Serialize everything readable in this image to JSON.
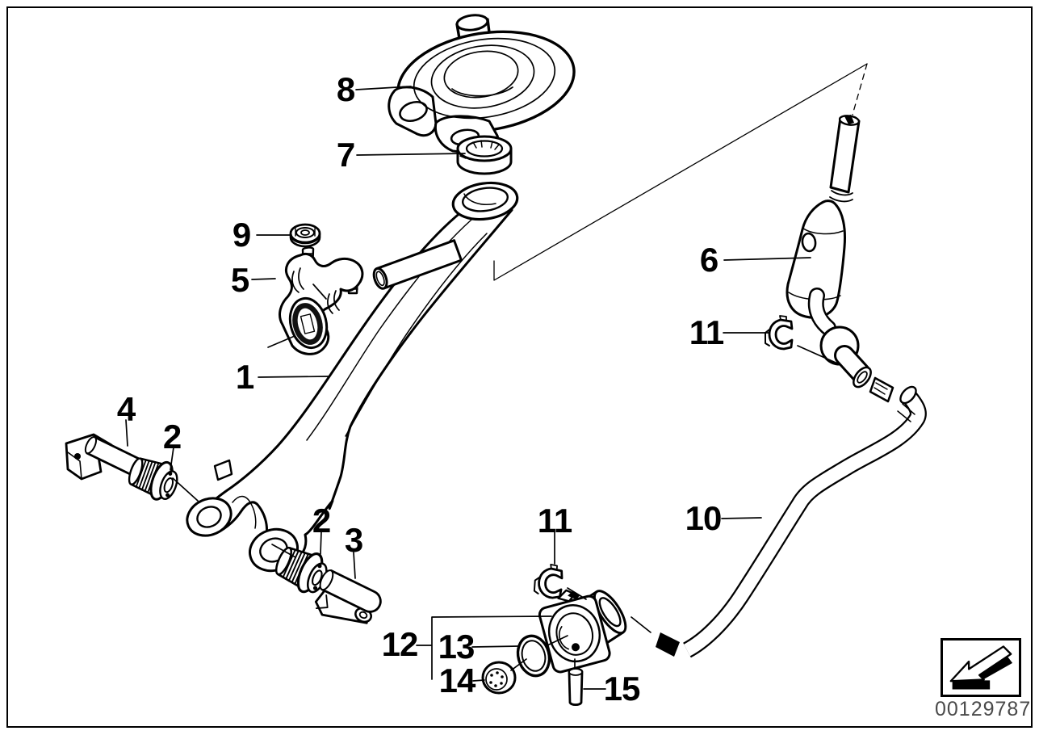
{
  "page": {
    "background_color": "#ffffff",
    "border_color": "#000000"
  },
  "diagram": {
    "type": "exploded-parts-drawing",
    "callout_labels": {
      "c8": "8",
      "c7": "7",
      "c9": "9",
      "c5": "5",
      "c1": "1",
      "c4": "4",
      "c2a": "2",
      "c2b": "2",
      "c3": "3",
      "c6": "6",
      "c11a": "11",
      "c11b": "11",
      "c10": "10",
      "c12": "12",
      "c13": "13",
      "c14": "14",
      "c15": "15"
    }
  },
  "footer": {
    "image_number": "00129787",
    "nav_icon": "arrow-3d-down-left-icon"
  }
}
